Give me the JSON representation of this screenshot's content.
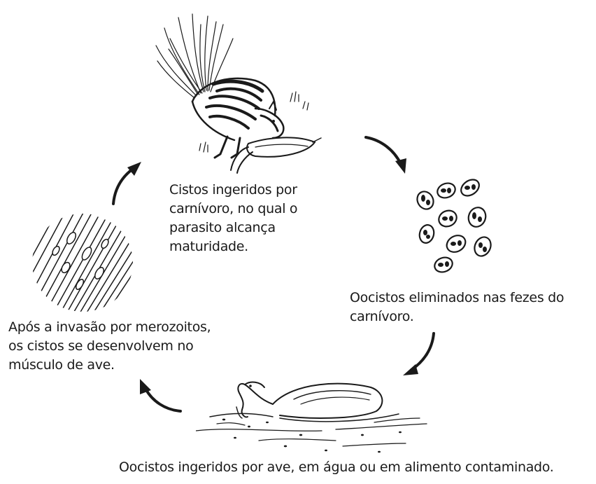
{
  "stages": [
    {
      "id": "carnivore",
      "icon": "skunk-eating-bird-icon",
      "caption": "Cistos ingeridos por\ncarnívoro, no qual o\nparasito alcança\nmaturidade."
    },
    {
      "id": "oocysts",
      "icon": "oocysts-icon",
      "caption": "Oocistos eliminados nas fezes  do\ncarnívoro."
    },
    {
      "id": "bird",
      "icon": "duck-feeding-icon",
      "caption": "Oocistos ingeridos por ave, em água ou em alimento contaminado."
    },
    {
      "id": "muscle",
      "icon": "muscle-cysts-icon",
      "caption": "Após a invasão por merozoitos,\nos cistos se desenvolvem no\nmúsculo de ave."
    }
  ],
  "colors": {
    "ink": "#1a1a1a",
    "background": "#ffffff"
  }
}
